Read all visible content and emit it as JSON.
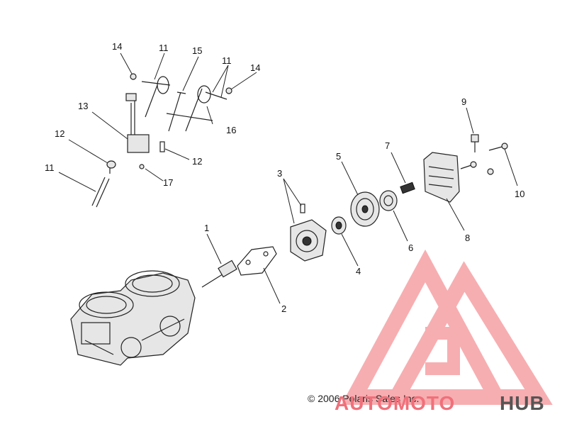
{
  "callouts": {
    "c1": "1",
    "c2": "2",
    "c3": "3",
    "c4": "4",
    "c5": "5",
    "c6": "6",
    "c7": "7",
    "c8": "8",
    "c9": "9",
    "c10": "10",
    "c11a": "11",
    "c11b": "11",
    "c11c": "11",
    "c12a": "12",
    "c12b": "12",
    "c13": "13",
    "c14a": "14",
    "c14b": "14",
    "c15": "15",
    "c16": "16",
    "c17": "17"
  },
  "copyright": "© 2006 Polaris Sales Inc.",
  "watermark": {
    "word1": "AUTOMOTO",
    "word2": "HUB",
    "color_red": "#f0707a",
    "color_gray": "#555555"
  }
}
